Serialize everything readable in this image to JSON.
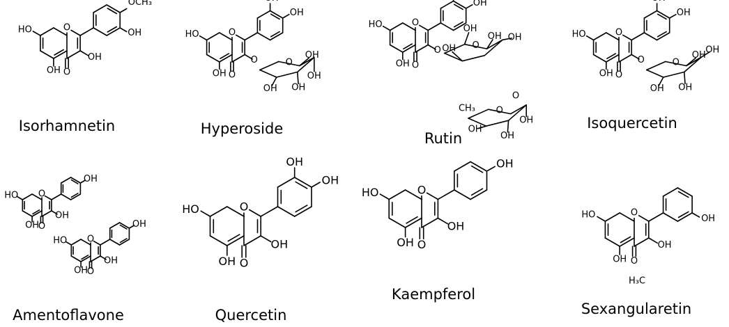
{
  "compounds": [
    {
      "name": "Isorhamnetin"
    },
    {
      "name": "Hyperoside"
    },
    {
      "name": "Rutin"
    },
    {
      "name": "Isoquercetin"
    },
    {
      "name": "Amentoflavone"
    },
    {
      "name": "Quercetin"
    },
    {
      "name": "Kaempferol"
    },
    {
      "name": "Sexangularetin"
    }
  ],
  "atoms": {
    "OH": "OH",
    "HO": "HO",
    "O": "O",
    "OCH3": "OCH₃",
    "CH3": "CH₃",
    "H3C": "H₃C"
  },
  "colors": {
    "ink": "#000000",
    "background": "#ffffff"
  }
}
